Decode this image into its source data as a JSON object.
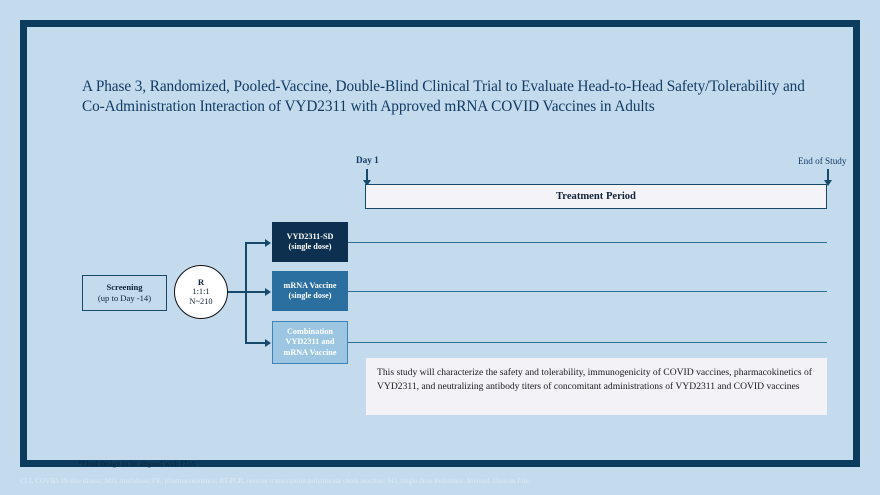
{
  "slide": {
    "title": "A Phase 3, Randomized, Pooled-Vaccine, Double-Blind Clinical Trial to Evaluate Head-to-Head Safety/Tolerability and Co-Administration Interaction of VYD2311 with Approved mRNA COVID Vaccines in Adults",
    "footnote": "*Final design to be aligned with FDA",
    "abbreviations": "CLI, COVID-19-like illness; MD, multidose; PK, pharmacokinetics; RT-PCR, reverse transcription-polymerase chain reaction; SD, single dose Reference: Invivyd. Data on File."
  },
  "timeline": {
    "start_label": "Day 1",
    "end_label": "End of Study",
    "period_label": "Treatment Period"
  },
  "screening": {
    "title": "Screening",
    "subtitle": "(up to Day -14)"
  },
  "randomization": {
    "symbol": "R",
    "ratio": "1:1:1",
    "enrollment": "N~210"
  },
  "arms": [
    {
      "line1": "VYD2311-SD",
      "line2": "(single dose)",
      "line3": ""
    },
    {
      "line1": "mRNA Vaccine",
      "line2": "(single dose)",
      "line3": ""
    },
    {
      "line1": "Combination",
      "line2": "VYD2311 and",
      "line3": "mRNA Vaccine"
    }
  ],
  "description": {
    "text": "This study will characterize the safety and tolerability, immunogenicity of COVID vaccines, pharmacokinetics of VYD2311, and neutralizing antibody titers of concomitant administrations of VYD2311 and COVID vaccines"
  },
  "colors": {
    "page_background": "#c3dbed",
    "frame_border": "#0b3c5d",
    "navy_text": "#123a63",
    "arm1_fill": "#0d3050",
    "arm2_fill": "#2b6ea0",
    "arm3_fill": "#9dc6e2",
    "connector": "#17496b",
    "callout_fill": "#f2f2f7"
  }
}
